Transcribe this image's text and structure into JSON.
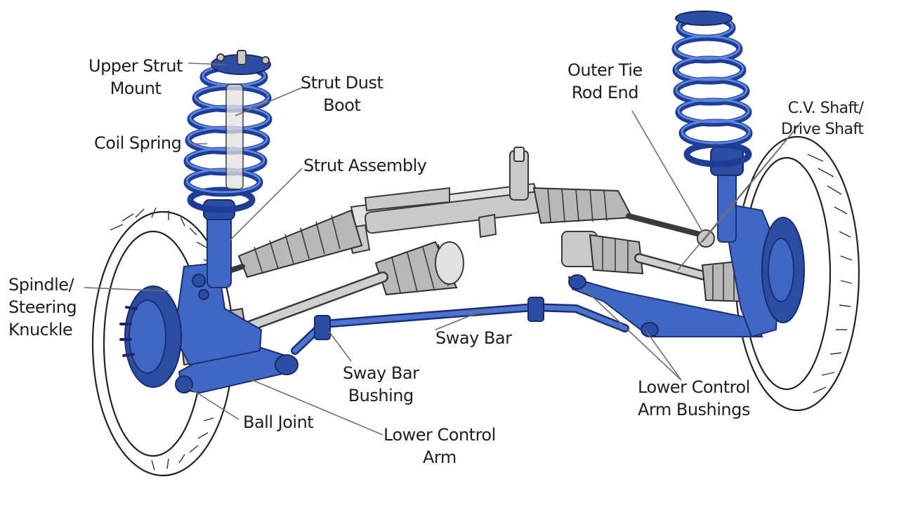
{
  "labels": {
    "upper_strut_mount": [
      "Upper Strut",
      "Mount"
    ],
    "strut_dust_boot": [
      "Strut Dust",
      "Boot"
    ],
    "coil_spring": "Coil Spring",
    "strut_assembly": "Strut Assembly",
    "outer_tie_rod_end": [
      "Outer Tie",
      "Rod End"
    ],
    "cv_shaft": [
      "C.V. Shaft/",
      "Drive Shaft"
    ],
    "spindle": [
      "Spindle/",
      "Steering",
      "Knuckle"
    ],
    "sway_bar": "Sway Bar",
    "sway_bar_bushing": [
      "Sway Bar",
      "Bushing"
    ],
    "lower_control_arm_bushings": [
      "Lower Control",
      "Arm Bushings"
    ],
    "ball_joint": "Ball Joint",
    "lower_control_arm": [
      "Lower Control",
      "Arm"
    ]
  },
  "colors": {
    "component_blue": "#3f67c6",
    "component_dark_blue": "#1e2f6e",
    "metal_grey": "#c9c9c9",
    "label_text": "#1f1f1f",
    "leader_line": "#6e6e6e"
  }
}
